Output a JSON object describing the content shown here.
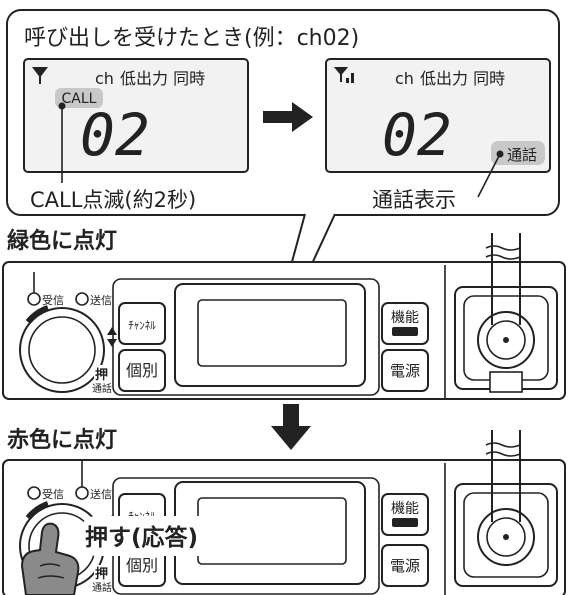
{
  "callout": {
    "title": "呼び出しを受けたとき(例：ch02)",
    "screen_before": {
      "ch_label": "ch",
      "status_text": "低出力 同時",
      "call_badge": "CALL",
      "channel_number": "02"
    },
    "screen_after": {
      "ch_label": "ch",
      "status_text": "低出力 同時",
      "channel_number": "02",
      "talk_badge": "通話"
    },
    "caption_left": "CALL点滅(約2秒)",
    "caption_right": "通話表示"
  },
  "steps": {
    "green_label": "緑色に点灯",
    "red_label": "赤色に点灯",
    "press_label": "押す(応答)"
  },
  "panel": {
    "led_receive": "受信",
    "led_send": "送信",
    "push_label": "押",
    "talk_label": "通話",
    "channel_button": "ﾁｬﾝﾈﾙ",
    "individual_button": "個別",
    "function_button": "機能",
    "power_button": "電源"
  },
  "colors": {
    "lcd_bg": "#f2f2f2",
    "badge_bg": "#c8c8c8",
    "outline": "#222222",
    "hand_fill": "#8a8a8a"
  }
}
